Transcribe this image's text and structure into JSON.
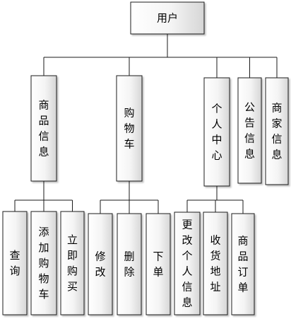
{
  "diagram": {
    "root": "用户",
    "modules": [
      {
        "id": "goods",
        "label": "商品信息",
        "children": [
          "查询",
          "添加购物车",
          "立即购买"
        ]
      },
      {
        "id": "cart",
        "label": "购物车",
        "children": [
          "修改",
          "删除",
          "下单"
        ]
      },
      {
        "id": "center",
        "label": "个人中心",
        "children": [
          "更改个人信息",
          "收货地址",
          "商品订单"
        ]
      },
      {
        "id": "notice",
        "label": "公告信息",
        "children": []
      },
      {
        "id": "merchant",
        "label": "商家信息",
        "children": []
      }
    ]
  }
}
